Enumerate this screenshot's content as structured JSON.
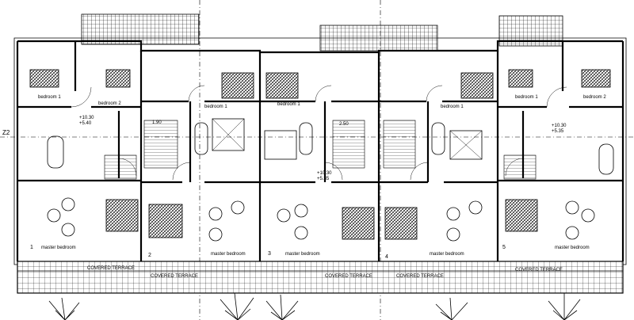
{
  "axis": {
    "label": "Z2"
  },
  "units": [
    {
      "number": "1",
      "rooms": [
        "bedroom 1",
        "bedroom 2",
        "master bedroom"
      ],
      "level": "+10.30\n+5.40"
    },
    {
      "number": "2",
      "rooms": [
        "bedroom 1",
        "master bedroom"
      ],
      "level": "1.90"
    },
    {
      "number": "3",
      "rooms": [
        "bedroom 1",
        "master bedroom"
      ],
      "level": "2.50"
    },
    {
      "number": "4",
      "rooms": [
        "bedroom 1",
        "master bedroom"
      ],
      "level": "+10.30\n+5.35"
    },
    {
      "number": "5",
      "rooms": [
        "bedroom 1",
        "bedroom 2",
        "master bedroom"
      ],
      "level": "+10.30\n+5.35"
    }
  ],
  "terrace_label": "COVERED TERRACE",
  "colors": {
    "line": "#000000",
    "background": "#ffffff"
  }
}
